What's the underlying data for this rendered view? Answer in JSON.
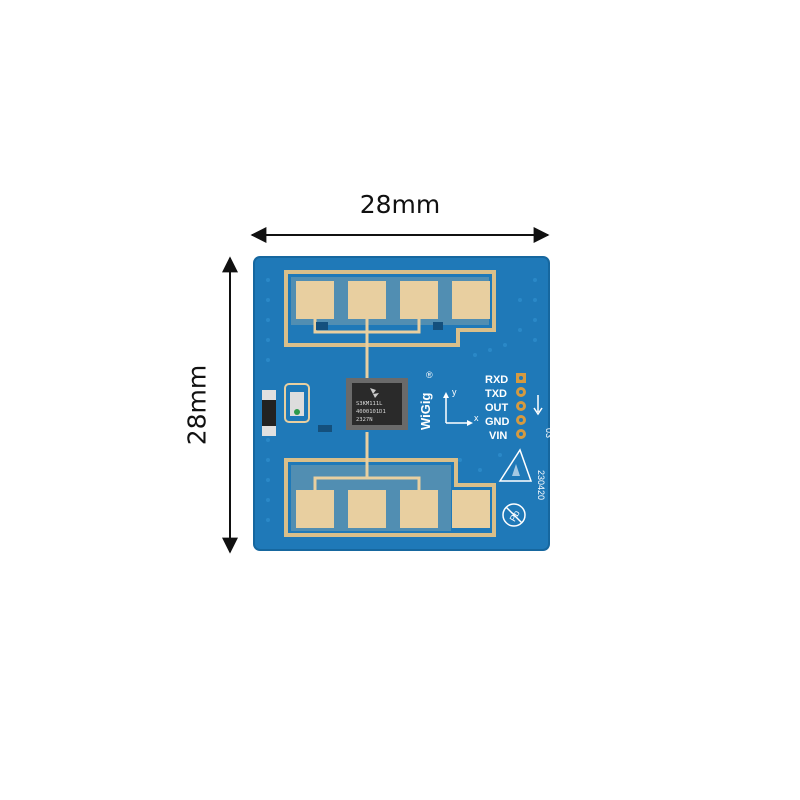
{
  "dimensions": {
    "width_label": "28mm",
    "height_label": "28mm"
  },
  "board": {
    "brand": "WiGig",
    "registered_mark": "®",
    "pins": [
      "RXD",
      "TXD",
      "OUT",
      "GND",
      "VIN"
    ],
    "axis_y": "y",
    "axis_x": "x",
    "chip_lines": [
      "S3KM111L",
      "4000101D1",
      "2327N"
    ],
    "revision": "03",
    "date_code": "230420",
    "pb_mark": "Pb"
  },
  "colors": {
    "pcb": "#1f79b8",
    "antenna": "#e8cfa0",
    "gold_frame": "#d9bf8a",
    "chip": "#2a2a2a",
    "pin_pad": "#d59a40"
  }
}
